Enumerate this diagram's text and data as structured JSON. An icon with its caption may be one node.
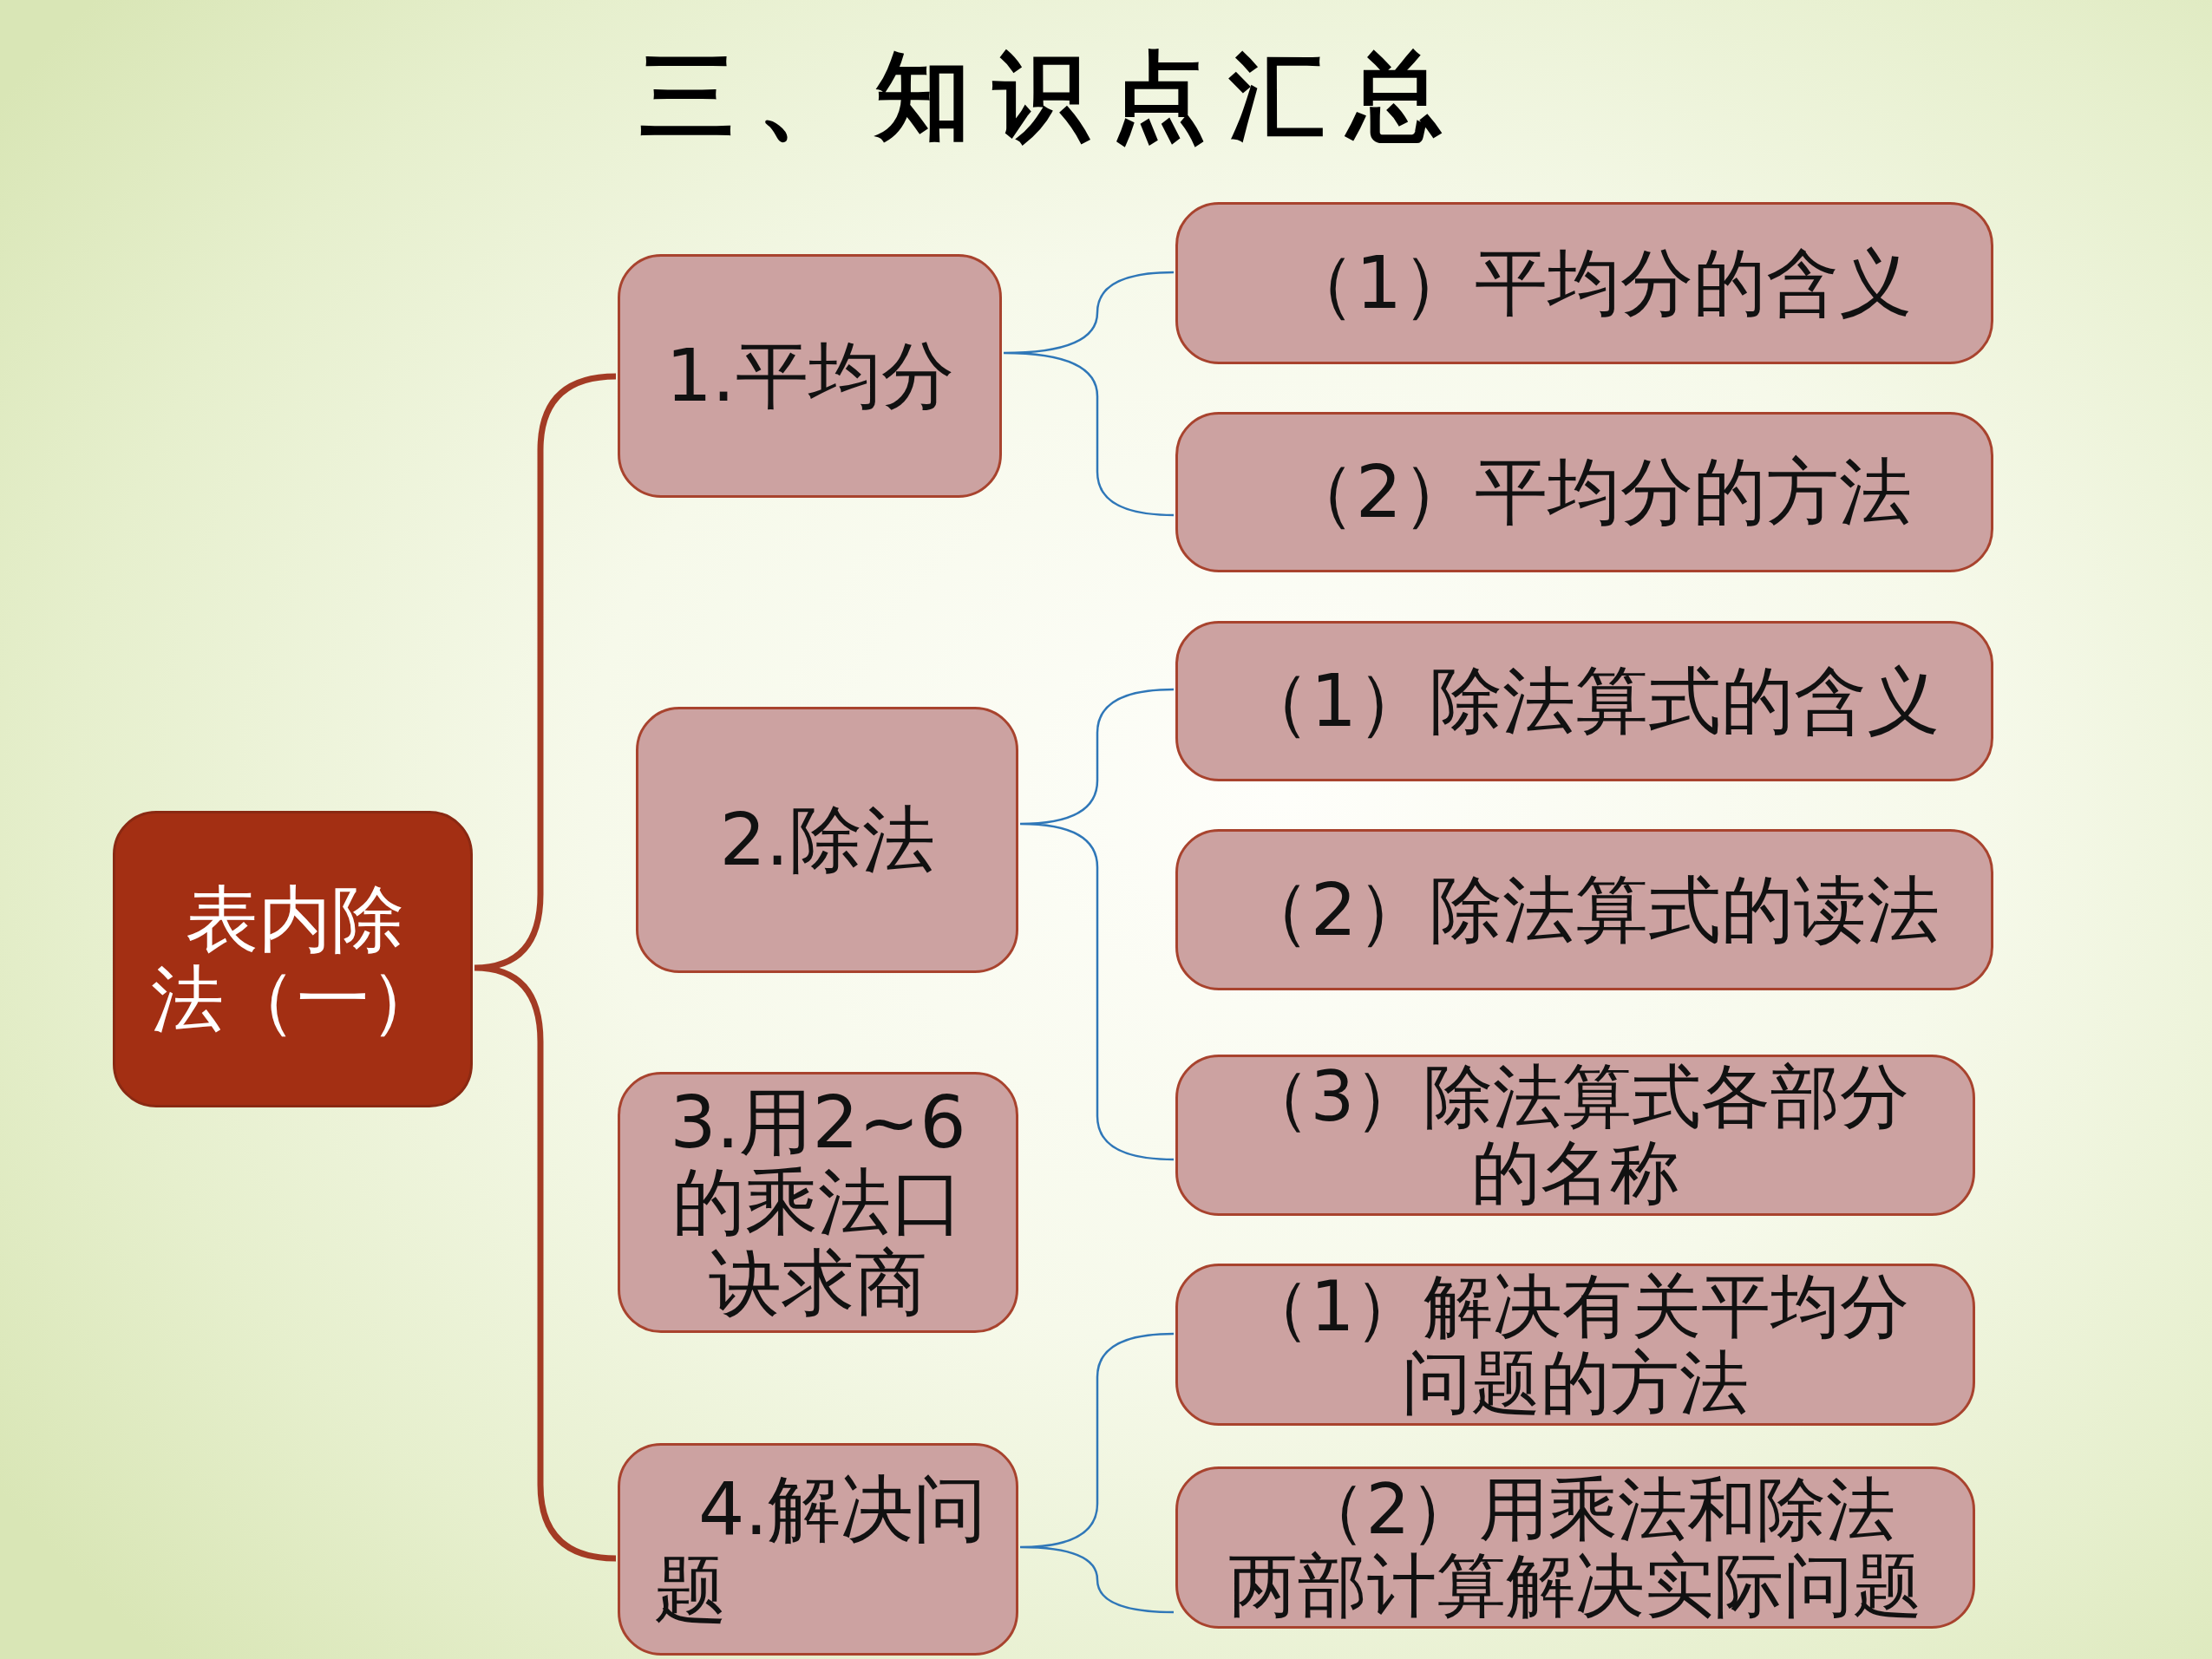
{
  "diagram": {
    "title": "三、知识点汇总",
    "nodes": [
      {
        "text": [
          "表内除法（一）"
        ]
      },
      {
        "text": [
          "1.平均分"
        ]
      },
      {
        "text": [
          "（1）平均分的含义"
        ]
      },
      {
        "text": [
          "（2）平均分的方法"
        ]
      },
      {
        "text": [
          "2.除法"
        ]
      },
      {
        "text": [
          "（1）除法算式的含义"
        ]
      },
      {
        "text": [
          "（2）除法算式的读法"
        ]
      },
      {
        "text": [
          "（3）除法算式各部分的名称"
        ]
      },
      {
        "text": [
          "3.用2~6的乘法口诀求商"
        ]
      },
      {
        "text": [
          "4.解决问题"
        ]
      },
      {
        "text": [
          "（1）解决有关平均分问题的方法"
        ]
      },
      {
        "text": [
          "（2）用乘法和除法两部计算解决实际问题"
        ]
      }
    ],
    "edges": [
      {
        "from": 0,
        "to": 1,
        "arrow": "none",
        "style": "thick",
        "color": "#a33b24"
      },
      {
        "from": 0,
        "to": 9,
        "arrow": "none",
        "style": "thick",
        "color": "#a33b24"
      },
      {
        "from": 1,
        "to": 2,
        "arrow": "none"
      },
      {
        "from": 1,
        "to": 3,
        "arrow": "none"
      },
      {
        "from": 4,
        "to": 5,
        "arrow": "none"
      },
      {
        "from": 4,
        "to": 7,
        "arrow": "none"
      },
      {
        "from": 9,
        "to": 10,
        "arrow": "none"
      },
      {
        "from": 9,
        "to": 11,
        "arrow": "none"
      }
    ]
  }
}
